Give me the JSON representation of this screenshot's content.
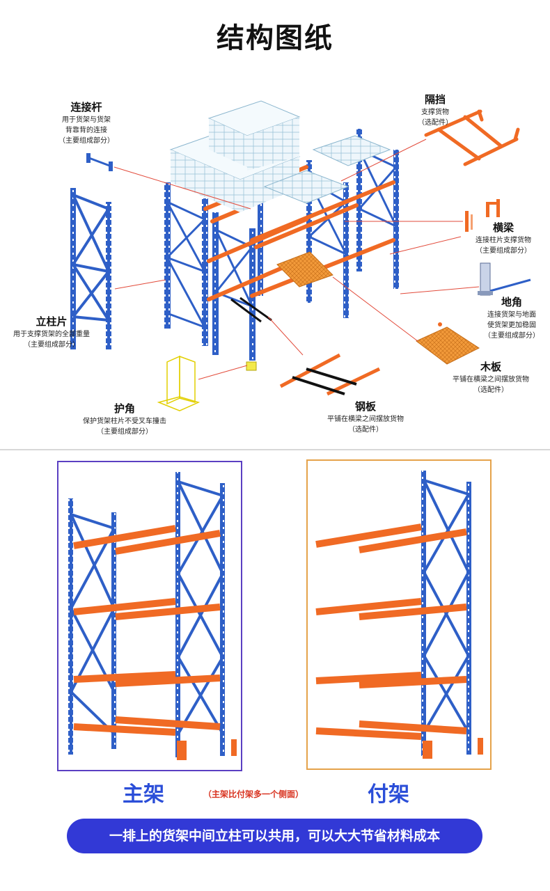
{
  "title": "结构图纸",
  "labels": {
    "connector": {
      "name": "连接杆",
      "desc": [
        "用于货架与货架",
        "背靠背的连接"
      ],
      "note": "（主要组成部分）"
    },
    "divider": {
      "name": "隔挡",
      "desc": [
        "支撑货物"
      ],
      "note": "（选配件）"
    },
    "beam": {
      "name": "横梁",
      "desc": [
        "连接柱片支撑货物"
      ],
      "note": "（主要组成部分）"
    },
    "foot": {
      "name": "地角",
      "desc": [
        "连接货架与地面",
        "使货架更加稳固"
      ],
      "note": "（主要组成部分）"
    },
    "upright": {
      "name": "立柱片",
      "desc": [
        "用于支撑货架的全部重量"
      ],
      "note": "（主要组成部分）"
    },
    "wood_board": {
      "name": "木板",
      "desc": [
        "平铺在横梁之间摆放货物"
      ],
      "note": "（选配件）"
    },
    "guard": {
      "name": "护角",
      "desc": [
        "保护货架柱片不受叉车撞击"
      ],
      "note": "（主要组成部分）"
    },
    "steel_board": {
      "name": "钢板",
      "desc": [
        "平铺在横梁之间摆放货物"
      ],
      "note": "（选配件）"
    }
  },
  "compare": {
    "main_label": "主架",
    "sub_label": "付架",
    "note": "（主架比付架多一个侧面）"
  },
  "banner": "一排上的货架中间立柱可以共用，可以大大节省材料成本",
  "colors": {
    "blue": "#2e5fc7",
    "orange": "#f06a24",
    "caption": "#2b4ed8",
    "banner": "#3239d6"
  }
}
